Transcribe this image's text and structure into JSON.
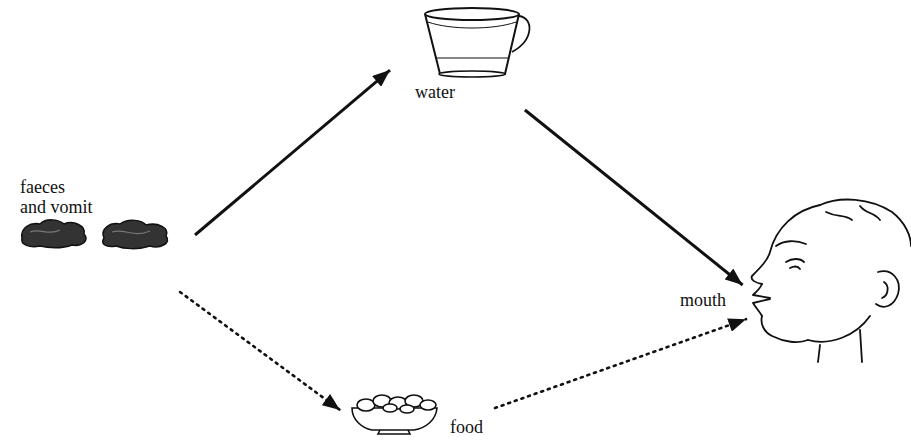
{
  "diagram": {
    "nodes": [
      {
        "text": [
          "faeces and vomit"
        ]
      },
      {
        "text": [
          "water"
        ]
      },
      {
        "text": [
          "food"
        ]
      },
      {
        "text": [
          "mouth"
        ]
      }
    ],
    "edges": [
      {
        "from": 0,
        "to": 1,
        "arrow": "to"
      },
      {
        "from": 1,
        "to": 3,
        "arrow": "to"
      },
      {
        "from": 0,
        "to": 2,
        "arrow": "to"
      },
      {
        "from": 2,
        "to": 3,
        "arrow": "to"
      }
    ]
  }
}
